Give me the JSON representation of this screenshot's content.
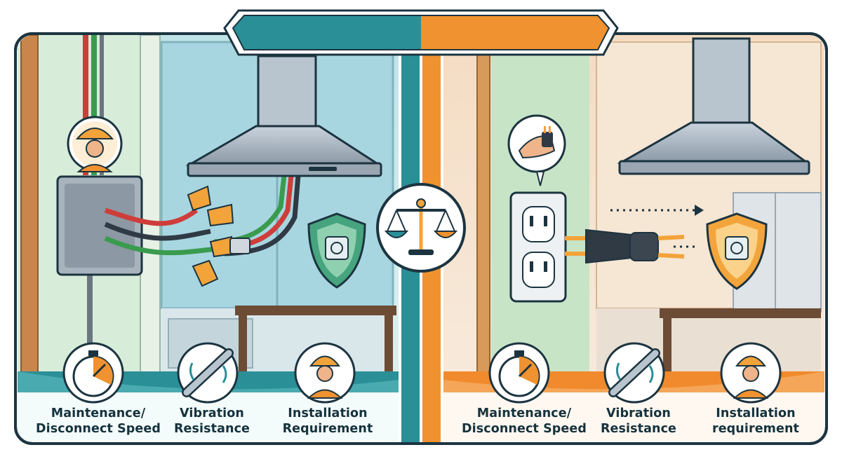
{
  "colors": {
    "teal_accent": "#2a8f97",
    "orange_accent": "#f08a2c",
    "outline": "#1c3440",
    "shield_green": "#46a47e",
    "shield_orange": "#f3a53c"
  },
  "left_panel": {
    "scene": "hardwired range hood connected with wire nuts inside a junction box",
    "icons": [
      "electrician-icon",
      "wire-nut-icon",
      "junction-box-icon",
      "security-shield-icon"
    ],
    "features": [
      {
        "icon": "stopwatch-icon",
        "line1": "Maintenance/",
        "line2": "Disconnect Speed"
      },
      {
        "icon": "cable-coupler-icon",
        "line1": "Vibration",
        "line2": "Resistance"
      },
      {
        "icon": "electrician-icon",
        "line1": "Installation",
        "line2": "Requirement"
      }
    ]
  },
  "right_panel": {
    "scene": "range hood plugged into a wall outlet",
    "icons": [
      "hand-plug-icon",
      "wall-outlet-icon",
      "plug-icon",
      "security-shield-icon"
    ],
    "features": [
      {
        "icon": "stopwatch-icon",
        "line1": "Maintenance/",
        "line2": "Disconnect Speed"
      },
      {
        "icon": "cable-coupler-icon",
        "line1": "Vibration",
        "line2": "Resistance"
      },
      {
        "icon": "electrician-icon",
        "line1": "Installation",
        "line2": "requirement"
      }
    ]
  },
  "center": {
    "icon": "balance-scale-icon"
  }
}
